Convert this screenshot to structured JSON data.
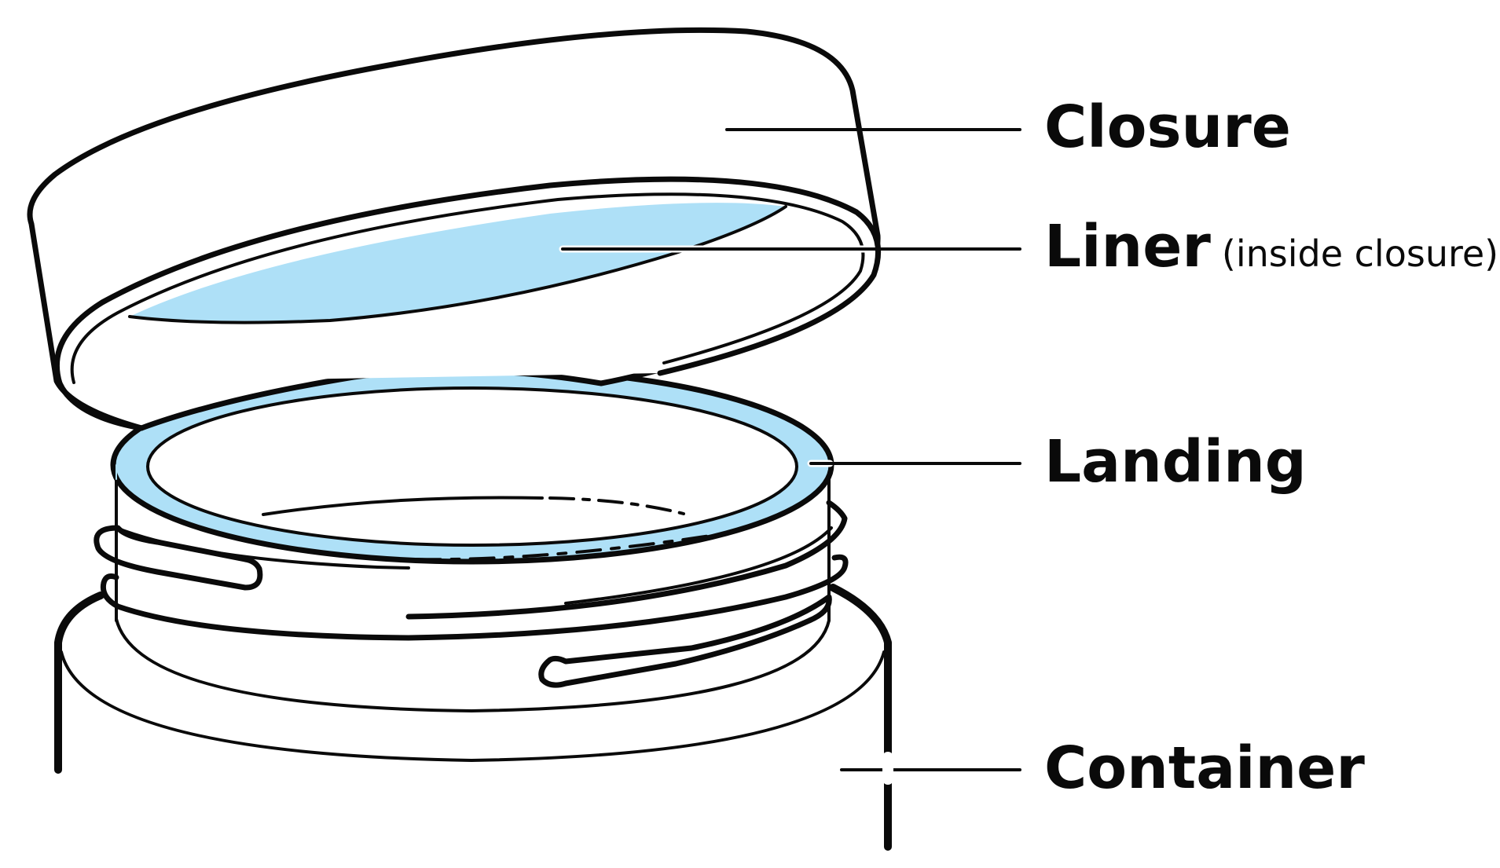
{
  "labels": {
    "closure": "Closure",
    "liner": "Liner",
    "liner_note": "(inside closure)",
    "landing": "Landing",
    "container": "Container"
  },
  "colors": {
    "stroke": "#0a0a0a",
    "highlight": "#aee0f7",
    "background": "#ffffff"
  }
}
